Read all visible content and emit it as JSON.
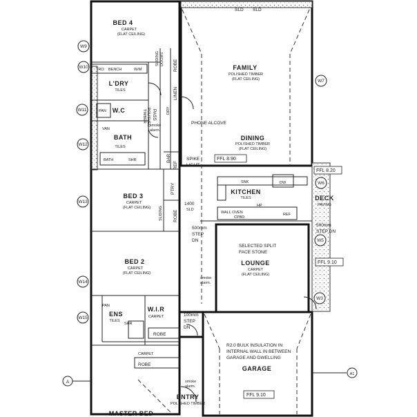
{
  "rooms": {
    "bed4": {
      "name": "BED 4",
      "floor": "CARPET",
      "ceiling": "(FLAT CEILING)"
    },
    "family": {
      "name": "FAMILY",
      "floor": "POLISHED TIMBER",
      "ceiling": "(FLAT CEILING)"
    },
    "ldry": {
      "name": "L'DRY",
      "floor": "TILES"
    },
    "wc": {
      "name": "W.C"
    },
    "bath": {
      "name": "BATH",
      "floor": "TILES"
    },
    "dining": {
      "name": "DINING",
      "floor": "POLISHED TIMBER",
      "ceiling": "(FLAT CEILING)"
    },
    "kitchen": {
      "name": "KITCHEN",
      "floor": "TILES"
    },
    "bed3": {
      "name": "BED 3",
      "floor": "CARPET",
      "ceiling": "(FLAT CEILING)"
    },
    "lounge": {
      "name": "LOUNGE",
      "floor": "CARPET",
      "ceiling": "(FLAT CEILING)"
    },
    "bed2": {
      "name": "BED 2",
      "floor": "CARPET",
      "ceiling": "(FLAT CEILING)"
    },
    "ens": {
      "name": "ENS",
      "floor": "TILES"
    },
    "wir": {
      "name": "W.I.R",
      "floor": "CARPET"
    },
    "garage": {
      "name": "GARAGE"
    },
    "entry": {
      "name": "ENTRY",
      "floor": "POLISHED TIMBER"
    },
    "master": {
      "name": "MASTER BED"
    },
    "deck": {
      "name": "DECK",
      "floor": "PAVING"
    }
  },
  "labels": {
    "sld1": "SLD",
    "sld2": "SLD",
    "tro": "TRO",
    "bench": "BENCH",
    "wm": "W/M",
    "sliding": "SLIDING",
    "doors": "DOORS",
    "robe": "ROBE",
    "linen": "LINEN",
    "dryer": "DRY",
    "pass": "PASS",
    "polished": "POLISHED",
    "timber": "TIMBER",
    "pan": "PAN",
    "smoke": "smoke",
    "alarm": "alarm.",
    "phone": "PHONE ALCOVE",
    "vanity": "VAN",
    "shr": "SHR",
    "bath_fix": "BATH",
    "spike": "SPIKE",
    "light": "LIGHT",
    "ffl1": "FFL 8.90",
    "ffl2": "FFL 8.20",
    "ffl3": "FFL 9.10",
    "ffl4": "FFL 9.10",
    "bar": "BAR",
    "ref": "REF",
    "ptry": "PTRY",
    "sink": "SNK",
    "dw": "DW",
    "hp": "HP",
    "wall_oven": "WALL OVEN",
    "cpbd": "CPBD",
    "ref2": "REF",
    "slider": "1400",
    "sld": "SLD",
    "step1": "500mm",
    "step1b": "STEP",
    "step1c": "DN",
    "step_right": "500mm",
    "step_right2": "STEP DN",
    "split_face": "SELECTED SPLIT",
    "split_face2": "FACE STONE",
    "step2": "100mm",
    "step2b": "STEP",
    "step2c": "DN",
    "insul1": "R2.0 BULK INSULATION IN",
    "insul2": "INTERNAL WALL IN BETWEEN",
    "insul3": "GARAGE AND DWELLING",
    "robe2": "ROBE",
    "robe3": "ROBE",
    "carpet": "CARPET",
    "grid_a": "A",
    "grid_a1": "A1"
  },
  "windows": [
    "W9",
    "W10",
    "W11",
    "W12",
    "W13",
    "W14",
    "W15",
    "W7",
    "W6",
    "W5",
    "W3"
  ]
}
